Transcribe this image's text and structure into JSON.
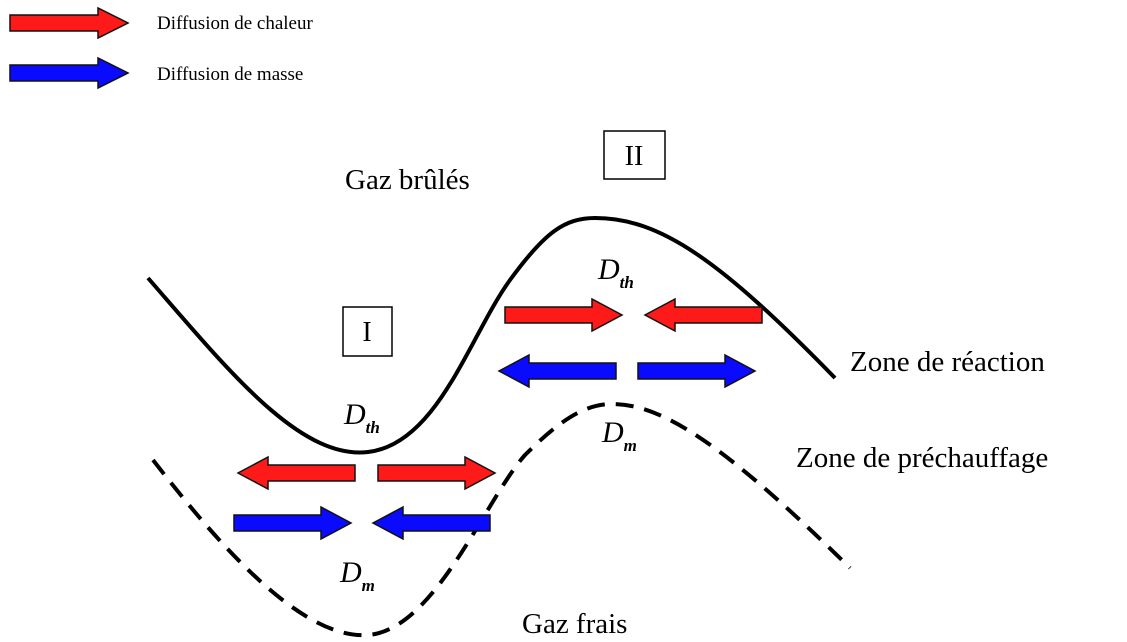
{
  "colors": {
    "heat": "#ff1a1a",
    "mass": "#0a0aff",
    "outline": "#111111",
    "curve": "#000000"
  },
  "legend": {
    "heat_label": "Diffusion de chaleur",
    "mass_label": "Diffusion de masse"
  },
  "regions": {
    "burnt_gas": "Gaz brûlés",
    "fresh_gas": "Gaz frais"
  },
  "zones": {
    "reaction": "Zone de réaction",
    "preheat": "Zone de préchauffage"
  },
  "markers": {
    "region_1": "I",
    "region_2": "II"
  },
  "coefficients": {
    "thermal_symbol": "D",
    "thermal_sub": "th",
    "mass_symbol": "D",
    "mass_sub": "m"
  }
}
